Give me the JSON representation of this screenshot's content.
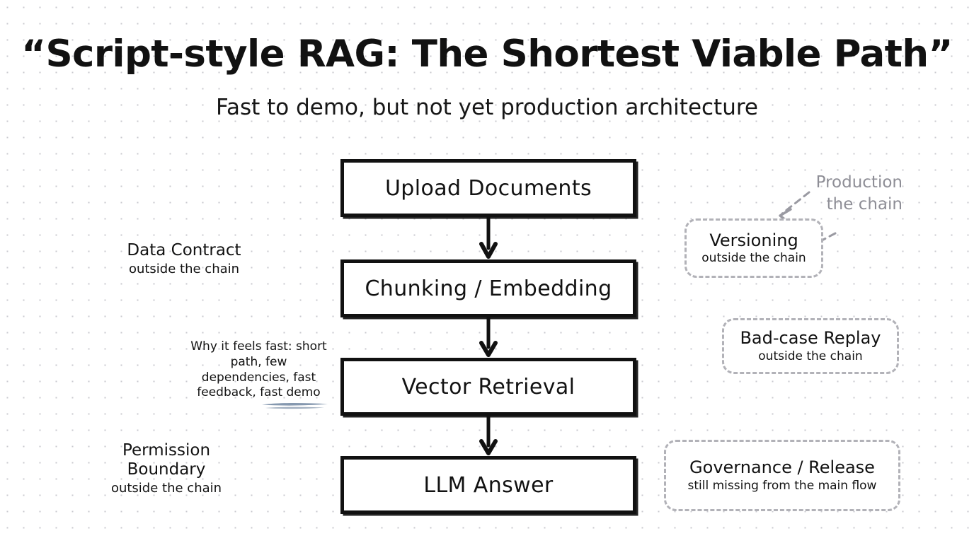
{
  "page": {
    "title": "“Script-style RAG: The Shortest Viable Path”",
    "subtitle": "Fast to demo, but not yet production architecture",
    "background": "#ffffff",
    "grid_dot_color": "#c9c9cf",
    "ink_color": "#111111",
    "ghost_color": "#b2b2b8",
    "gray_text_color": "#8e8e96",
    "highlight_color": "#7b8fa8"
  },
  "flow": {
    "steps": [
      {
        "label": "Upload Documents"
      },
      {
        "label": "Chunking / Embedding"
      },
      {
        "label": "Vector Retrieval"
      },
      {
        "label": "LLM Answer"
      }
    ],
    "connector_icon": "down-arrow-icon"
  },
  "left_notes": {
    "data_contract": {
      "head": "Data Contract",
      "sub": "outside the chain"
    },
    "why_fast": {
      "text": "Why it feels fast: short path, few dependencies, fast feedback, fast demo",
      "highlight_icon": "brush-underline-icon"
    },
    "permission_boundary": {
      "head": "Permission Boundary",
      "sub": "outside the chain"
    }
  },
  "right_notes": {
    "production_label": {
      "line1": "Production",
      "line2": "the chain",
      "arrow_icon": "dashed-arrow-left-icon"
    },
    "ghosts": [
      {
        "head": "Versioning",
        "sub": "outside the chain"
      },
      {
        "head": "Bad-case Replay",
        "sub": "outside the chain"
      },
      {
        "head": "Governance / Release",
        "sub": "still missing from the main flow"
      }
    ]
  },
  "chart_data": {
    "type": "diagram",
    "title": "“Script-style RAG: The Shortest Viable Path”",
    "subtitle": "Fast to demo, but not yet production architecture",
    "nodes": [
      {
        "id": "upload",
        "label": "Upload Documents",
        "style": "solid",
        "column": "main"
      },
      {
        "id": "chunk",
        "label": "Chunking / Embedding",
        "style": "solid",
        "column": "main"
      },
      {
        "id": "vector",
        "label": "Vector Retrieval",
        "style": "solid",
        "column": "main"
      },
      {
        "id": "llm",
        "label": "LLM Answer",
        "style": "solid",
        "column": "main"
      },
      {
        "id": "versioning",
        "label": "Versioning",
        "sub": "outside the chain",
        "style": "dashed",
        "column": "right"
      },
      {
        "id": "badcase",
        "label": "Bad-case Replay",
        "sub": "outside the chain",
        "style": "dashed",
        "column": "right"
      },
      {
        "id": "governance",
        "label": "Governance / Release",
        "sub": "still missing from the main flow",
        "style": "dashed",
        "column": "right"
      },
      {
        "id": "datacontract",
        "label": "Data Contract",
        "sub": "outside the chain",
        "style": "text",
        "column": "left"
      },
      {
        "id": "permission",
        "label": "Permission Boundary",
        "sub": "outside the chain",
        "style": "text",
        "column": "left"
      }
    ],
    "edges": [
      {
        "from": "upload",
        "to": "chunk",
        "style": "solid-arrow"
      },
      {
        "from": "chunk",
        "to": "vector",
        "style": "solid-arrow"
      },
      {
        "from": "vector",
        "to": "llm",
        "style": "solid-arrow"
      },
      {
        "from": "production_label",
        "to": "versioning",
        "style": "dashed-arrow"
      }
    ],
    "annotations": [
      {
        "text": "Why it feels fast: short path, few dependencies, fast feedback, fast demo",
        "highlighted": true
      },
      {
        "text": "Production the chain",
        "color": "#8e8e96"
      }
    ]
  }
}
